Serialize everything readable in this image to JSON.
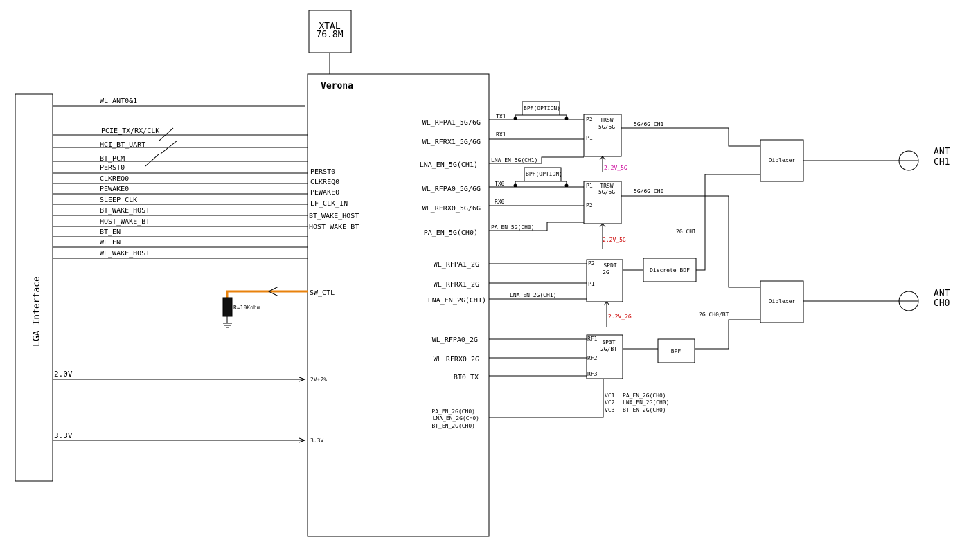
{
  "colors": {
    "line": "#000000",
    "orange_wire": "#e8820c",
    "magenta": "#cc0099",
    "red": "#cc0000"
  },
  "xtal": {
    "line1": "XTAL",
    "line2": "76.8M"
  },
  "verona": {
    "title": "Verona"
  },
  "lga": {
    "title": "LGA Interface"
  },
  "lga_signals": {
    "wl_ant": "WL_ANT0&1",
    "pcie": "PCIE_TX/RX/CLK",
    "hci": "HCI_BT_UART",
    "bt_pcm": "BT_PCM",
    "perst0": "PERST0",
    "clkreq0": "CLKREQ0",
    "pewake0": "PEWAKE0",
    "sleep_clk": "SLEEP_CLK",
    "bt_wake_host": "BT_WAKE_HOST",
    "host_wake_bt": "HOST_WAKE_BT",
    "bt_en": "BT_EN",
    "wl_en": "WL_EN",
    "wl_wake_host": "WL_WAKE_HOST",
    "v20": "2.0V",
    "v33": "3.3V"
  },
  "verona_left_pins": {
    "perst0": "PERST0",
    "clkreq0": "CLKREQ0",
    "pewake0": "PEWAKE0",
    "lf_clk_in": "LF_CLK_IN",
    "bt_wake_host": "BT_WAKE_HOST",
    "host_wake_bt": "HOST_WAKE_BT",
    "sw_ctl": "SW_CTL",
    "v2": "2V±2%",
    "v33": "3.3V"
  },
  "resistor": {
    "label": "R=10Kohm"
  },
  "verona_right_pins": {
    "rfpa1_5g": "WL_RFPA1_5G/6G",
    "rfrx1_5g": "WL_RFRX1_5G/6G",
    "lna_en_5g_ch1": "LNA_EN_5G(CH1)",
    "rfpa0_5g": "WL_RFPA0_5G/6G",
    "rfrx0_5g": "WL_RFRX0_5G/6G",
    "pa_en_5g_ch0": "PA_EN_5G(CH0)",
    "rfpa1_2g": "WL_RFPA1_2G",
    "rfrx1_2g": "WL_RFRX1_2G",
    "lna_en_2g_ch1": "LNA_EN_2G(CH1)",
    "rfpa0_2g": "WL_RFPA0_2G",
    "rfrx0_2g": "WL_RFRX0_2G",
    "bt0_tx": "BT0 TX",
    "pa_en_2g_ch0": "PA_EN_2G(CH0)",
    "lna_en_2g_ch0": "LNA_EN_2G(CH0)",
    "bt_en_2g_ch0": "BT_EN_2G(CH0)"
  },
  "nets": {
    "tx1": "TX1",
    "rx1": "RX1",
    "lna_en_5g_ch1": "LNA_EN_5G(CH1)",
    "tx0": "TX0",
    "rx0": "RX0",
    "pa_en_5g_ch0": "PA_EN_5G(CH0)",
    "lna_en_2g_ch1": "LNA_EN_2G(CH1)",
    "ch1_5g6g": "5G/6G CH1",
    "ch0_5g6g": "5G/6G CH0",
    "ch1_2g": "2G CH1",
    "ch0_bt_2g": "2G CH0/BT",
    "v22_5g_a": "2.2V_5G",
    "v22_5g_b": "2.2V_5G",
    "v22_2g": "2.2V_2G"
  },
  "components": {
    "bpf_option_1": "BPF(OPTION)",
    "bpf_option_2": "BPF(OPTION)",
    "trsw1_l1": "TRSW",
    "trsw1_l2": "5G/6G",
    "trsw0_l1": "TRSW",
    "trsw0_l2": "5G/6G",
    "spdt_l1": "SPDT",
    "spdt_l2": "2G",
    "sp3t_l1": "SP3T",
    "sp3t_l2": "2G/BT",
    "discrete_bdf": "Discrete BDF",
    "bpf": "BPF",
    "diplexer1": "Diplexer",
    "diplexer0": "Diplexer"
  },
  "component_pins": {
    "p2": "P2",
    "p1": "P1",
    "rf1": "RF1",
    "rf2": "RF2",
    "rf3": "RF3",
    "vc1": "VC1",
    "vc2": "VC2",
    "vc3": "VC3"
  },
  "sp3t_controls": {
    "vc1": "PA_EN_2G(CH0)",
    "vc2": "LNA_EN_2G(CH0)",
    "vc3": "BT_EN_2G(CH0)"
  },
  "antennas": {
    "ch1_l1": "ANT",
    "ch1_l2": "CH1",
    "ch0_l1": "ANT",
    "ch0_l2": "CH0"
  }
}
